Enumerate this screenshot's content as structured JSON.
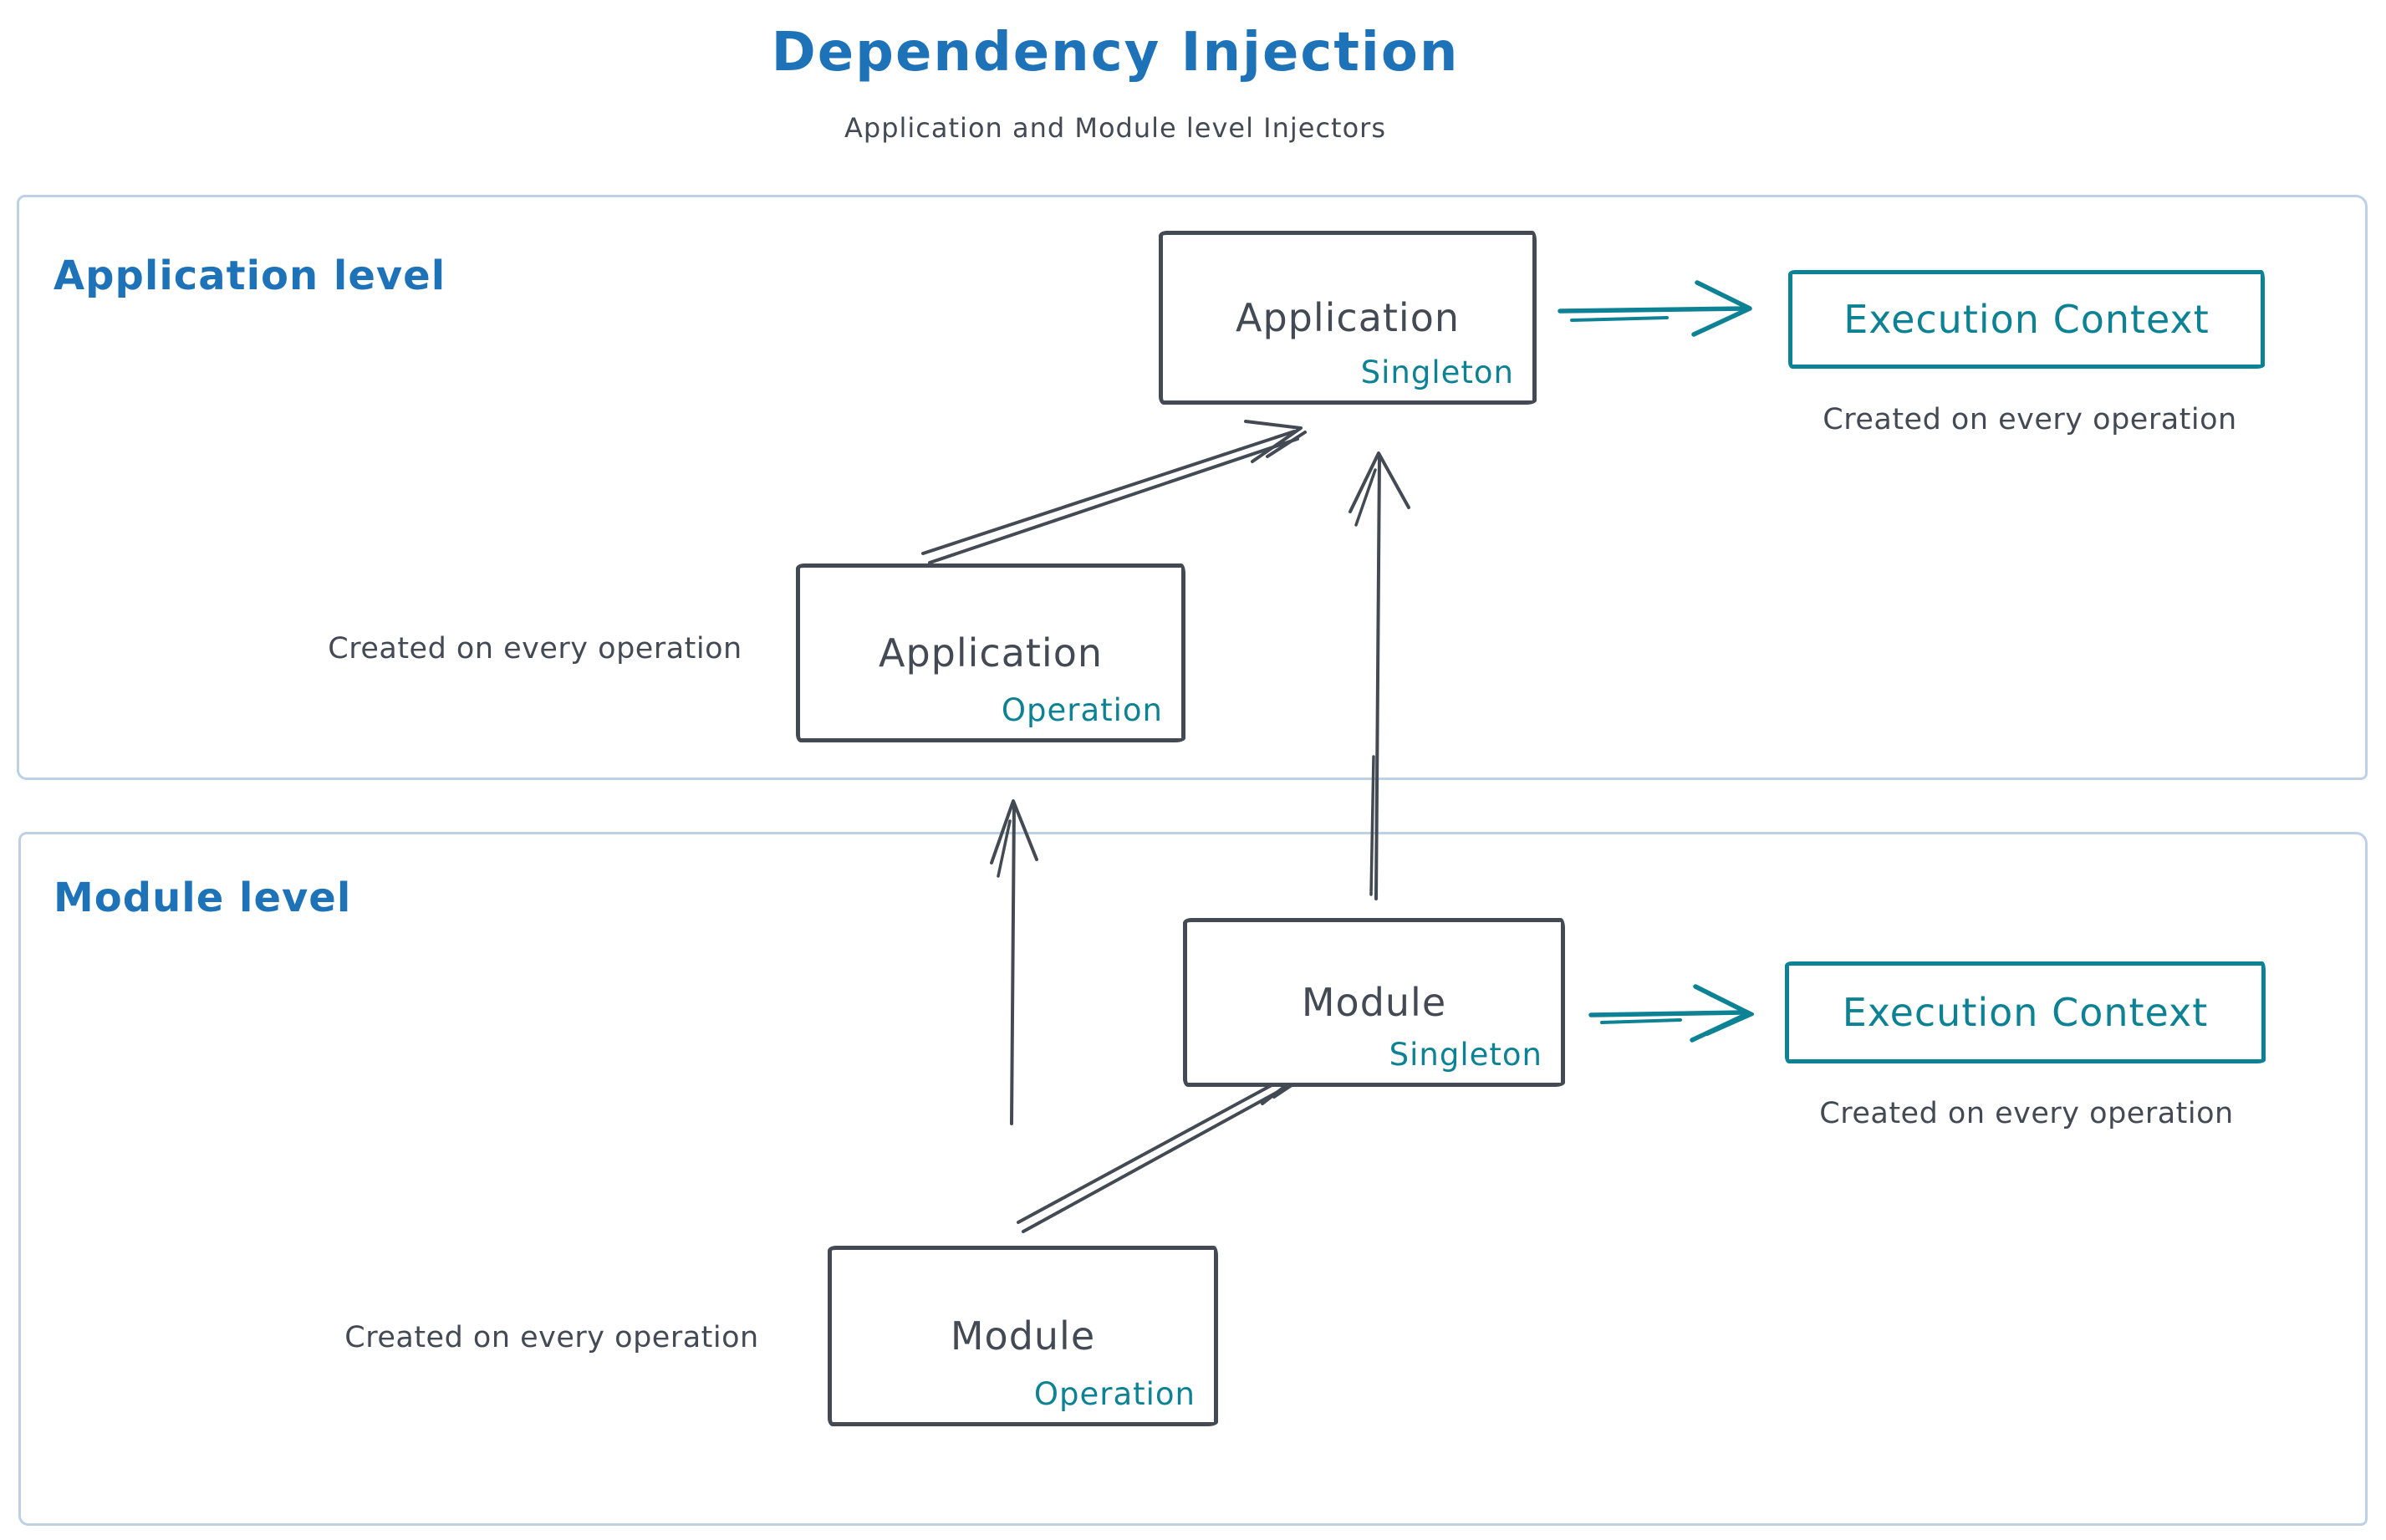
{
  "title": "Dependency Injection",
  "subtitle": "Application and Module level Injectors",
  "colors": {
    "blue": "#1e72b8",
    "ink": "#434a54",
    "teal": "#0d8294",
    "frame": "#bcd1e5",
    "background": "#ffffff"
  },
  "sections": {
    "application": {
      "label": "Application level",
      "singleton_box": {
        "name": "Application",
        "scope": "Singleton"
      },
      "operation_box": {
        "name": "Application",
        "scope": "Operation"
      },
      "operation_caption": "Created on every operation",
      "execution_context": {
        "label": "Execution Context",
        "caption": "Created on every operation"
      }
    },
    "module": {
      "label": "Module level",
      "singleton_box": {
        "name": "Module",
        "scope": "Singleton"
      },
      "operation_box": {
        "name": "Module",
        "scope": "Operation"
      },
      "operation_caption": "Created on every operation",
      "execution_context": {
        "label": "Execution Context",
        "caption": "Created on every operation"
      }
    }
  },
  "edges": [
    {
      "from": "application-operation",
      "to": "application-singleton",
      "color": "ink"
    },
    {
      "from": "module-singleton",
      "to": "application-singleton",
      "color": "ink"
    },
    {
      "from": "module-operation",
      "to": "application-operation",
      "color": "ink"
    },
    {
      "from": "module-operation",
      "to": "module-singleton",
      "color": "ink"
    },
    {
      "from": "application-singleton",
      "to": "execution-context-application",
      "color": "teal"
    },
    {
      "from": "module-singleton",
      "to": "execution-context-module",
      "color": "teal"
    }
  ]
}
